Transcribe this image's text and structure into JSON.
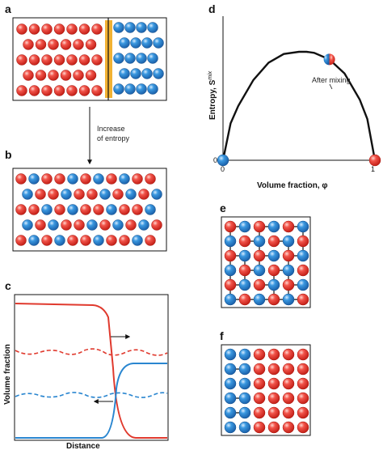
{
  "panels": {
    "a": "a",
    "b": "b",
    "c": "c",
    "d": "d",
    "e": "e",
    "f": "f"
  },
  "arrow_text": {
    "line1": "Increase",
    "line2": "of entropy"
  },
  "colors": {
    "red": "#e8352b",
    "blue": "#2a86d0",
    "barrier": "#f2b233",
    "curve": "#111111"
  },
  "panel_c": {
    "ylabel": "Volume fraction",
    "xlabel": "Distance"
  },
  "panel_d": {
    "ylabel_main": "Entropy, S",
    "ylabel_sup": "mix",
    "xlabel": "Volume fraction, φ",
    "tick_x0": "0",
    "tick_x1": "1",
    "tick_y0": "0",
    "annotation": "After mixing"
  },
  "chart_data": {
    "type": "line",
    "title": "",
    "xlabel": "Volume fraction, φ",
    "ylabel": "Entropy, Smix",
    "xlim": [
      0,
      1
    ],
    "x": [
      0,
      0.05,
      0.1,
      0.2,
      0.3,
      0.4,
      0.5,
      0.55,
      0.6,
      0.7,
      0.8,
      0.9,
      0.95,
      1
    ],
    "y": [
      0,
      0.34,
      0.5,
      0.74,
      0.9,
      0.98,
      1.0,
      1.0,
      0.99,
      0.93,
      0.8,
      0.56,
      0.38,
      0
    ],
    "markers": [
      {
        "label": "0",
        "x": 0,
        "y": 0
      },
      {
        "label": "After mixing",
        "x": 0.7,
        "y": 0.93
      },
      {
        "label": "",
        "x": 1,
        "y": 0
      }
    ]
  }
}
